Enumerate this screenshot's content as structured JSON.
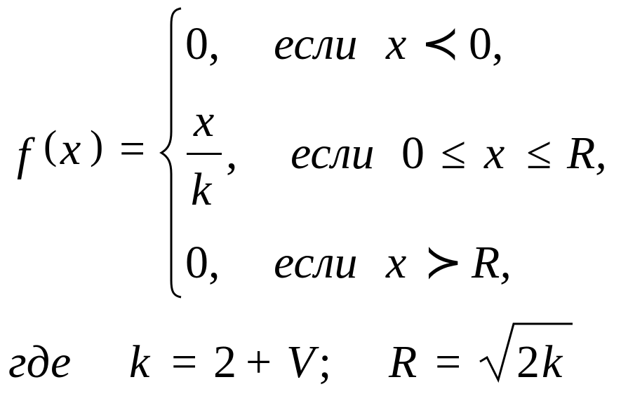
{
  "formula": {
    "lhs": {
      "func": "f",
      "open_paren": "(",
      "var": "x",
      "close_paren": ")",
      "equals": "="
    },
    "cases": [
      {
        "value": "0,",
        "condition_word": "если",
        "condition": [
          "x",
          "≺",
          "0,"
        ]
      },
      {
        "numerator": "x",
        "denominator": "k",
        "comma": ",",
        "condition_word": "если",
        "condition": [
          "0",
          "≤",
          "x",
          "≤",
          "R,"
        ]
      },
      {
        "value": "0,",
        "condition_word": "если",
        "condition": [
          "x",
          "≻",
          "R,"
        ]
      }
    ],
    "where_line": {
      "word": "где",
      "k": "k",
      "eq1": "=",
      "two": "2",
      "plus": "+",
      "V": "V",
      "semicolon": ";",
      "R": "R",
      "eq2": "=",
      "sqrt_two": "2",
      "sqrt_k": "k"
    }
  }
}
